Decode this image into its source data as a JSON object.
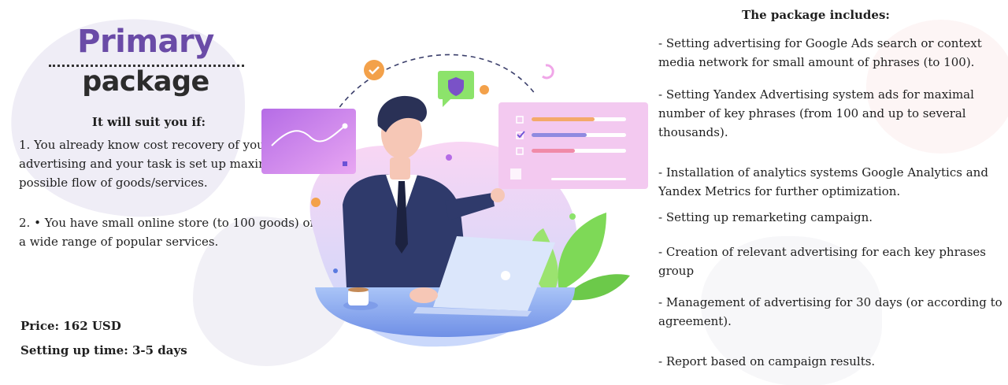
{
  "left": {
    "title_line1": "Primary",
    "title_line2": "package",
    "suit_heading": "It will suit you if:",
    "suit_item1": "1.  You already know cost recovery of your advertising and your task is set up maximal possible flow of goods/services.",
    "suit_item2": "2. • You have small online store (to 100 goods) or a wide range of popular services.",
    "price": "Price: 162 USD",
    "setup_time": "Setting up time: 3-5 days"
  },
  "right": {
    "heading": "The package includes:",
    "items": [
      "- Setting advertising for Google Ads search or context media network for small amount of phrases (to 100).",
      "- Setting Yandex Advertising system ads for maximal number of key phrases (from 100 and up to several thousands).",
      "- Installation of analytics systems Google Analytics and Yandex Metrics for further optimization.",
      "-  Setting up remarketing campaign.",
      "-  Creation of relevant advertising for each key phrases group",
      "- Management of advertising for 30 days (or according to agreement).",
      "-  Report based on campaign results."
    ]
  },
  "colors": {
    "accent_purple": "#6a4ba7",
    "suit_navy": "#2f3a6b",
    "leaf_green": "#7ed957",
    "pink_bg": "#f6c9f0"
  }
}
